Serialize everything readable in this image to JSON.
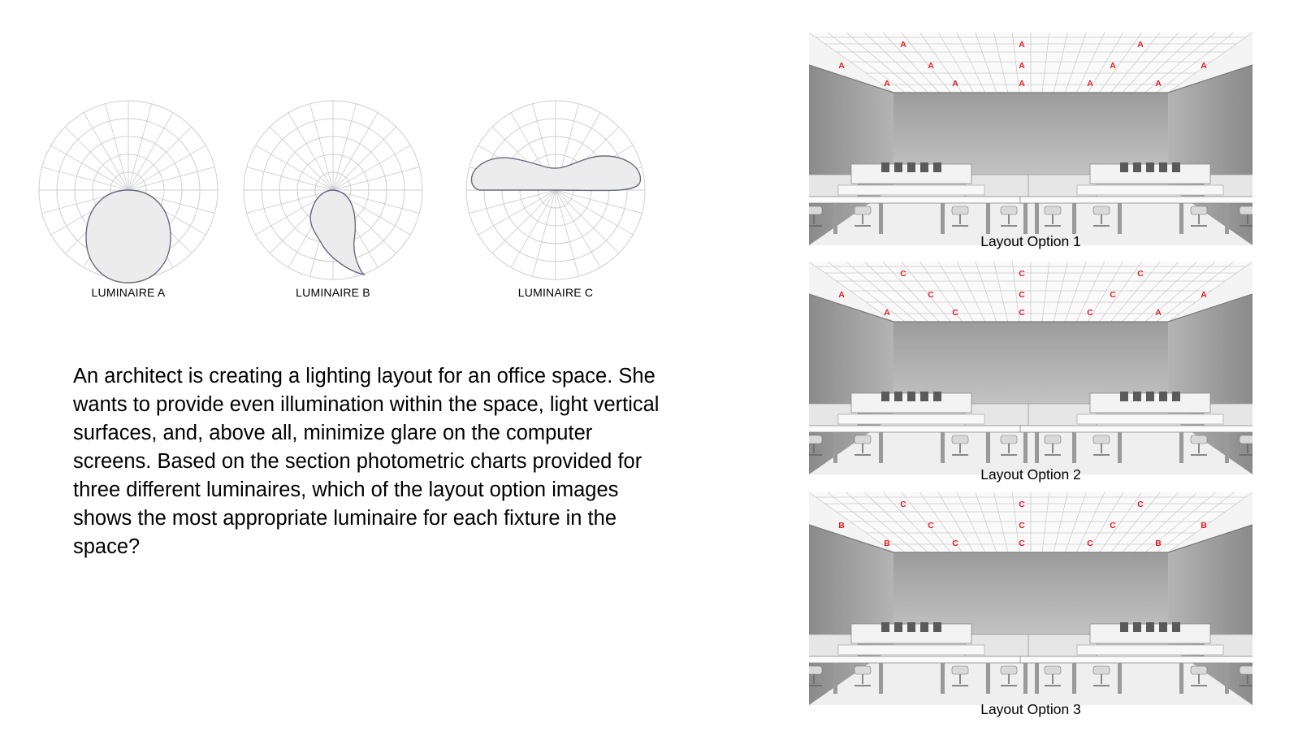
{
  "luminaires": [
    {
      "name": "LUMINAIRE A",
      "icon": "polar-chart-downlight-icon"
    },
    {
      "name": "LUMINAIRE B",
      "icon": "polar-chart-asymmetric-icon"
    },
    {
      "name": "LUMINAIRE C",
      "icon": "polar-chart-uplight-icon"
    }
  ],
  "question": "An architect is creating a lighting layout for an office space. She wants to provide even illumination within the space, light vertical surfaces, and, above all, minimize glare on the computer screens. Based on the section photometric charts provided for three different luminaires, which of the layout option images shows the most appropriate luminaire for each fixture in the space?",
  "layouts": [
    {
      "label": "Layout Option 1",
      "row1": [
        "A",
        "A",
        "A"
      ],
      "row2": [
        "A",
        "A",
        "A",
        "A",
        "A"
      ],
      "row3": [
        "A",
        "A",
        "A",
        "A",
        "A"
      ]
    },
    {
      "label": "Layout Option 2",
      "row1": [
        "C",
        "C",
        "C"
      ],
      "row2": [
        "A",
        "C",
        "C",
        "C",
        "A"
      ],
      "row3": [
        "A",
        "C",
        "C",
        "C",
        "A"
      ]
    },
    {
      "label": "Layout Option 3",
      "row1": [
        "C",
        "C",
        "C"
      ],
      "row2": [
        "B",
        "C",
        "C",
        "C",
        "B"
      ],
      "row3": [
        "B",
        "C",
        "C",
        "C",
        "B"
      ]
    }
  ],
  "colors": {
    "fixture_label": "#e02020",
    "grid": "#cfcfcf",
    "curve_fill": "#ececec",
    "curve_stroke": "#6a6a80"
  }
}
